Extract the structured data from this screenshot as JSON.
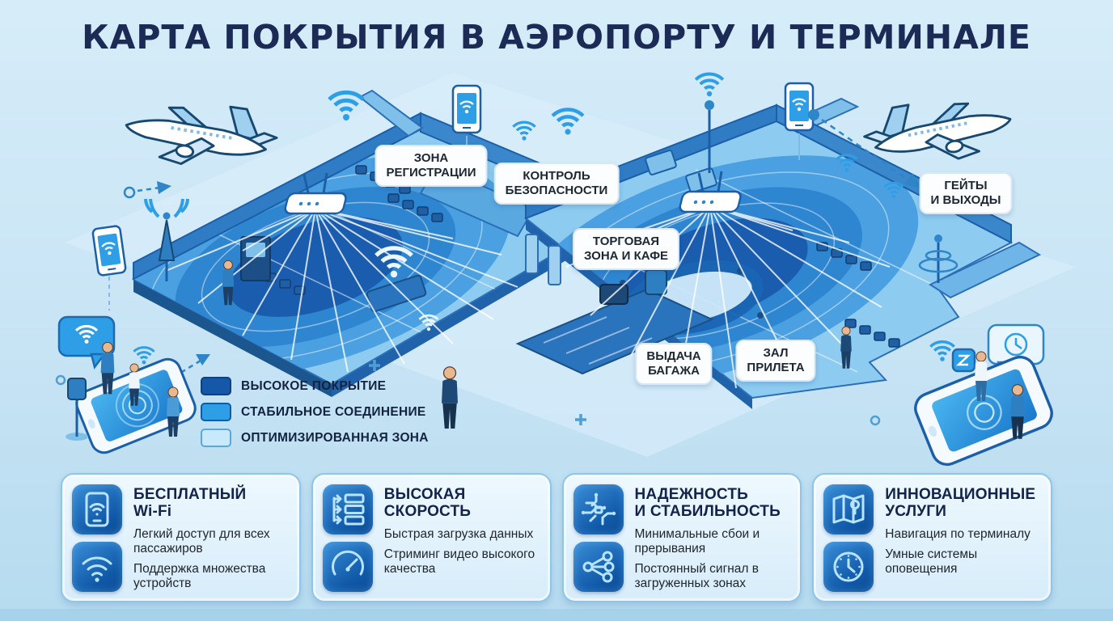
{
  "page": {
    "title": "КАРТА ПОКРЫТИЯ В АЭРОПОРТУ И ТЕРМИНАЛЕ"
  },
  "colors": {
    "title": "#1b2b56",
    "accent": "#2e86c9",
    "coverage_high": "#1558a8",
    "coverage_stable": "#2e9fe6",
    "coverage_optimized": "#c8e9f9"
  },
  "map": {
    "labels": [
      {
        "id": "registration",
        "text": "ЗОНА\nРЕГИСТРАЦИИ"
      },
      {
        "id": "security",
        "text": "КОНТРОЛЬ\nБЕЗОПАСНОСТИ"
      },
      {
        "id": "shopping",
        "text": "ТОРГОВАЯ\nЗОНА И КАФЕ"
      },
      {
        "id": "baggage",
        "text": "ВЫДАЧА\nБАГАЖА"
      },
      {
        "id": "arrivals",
        "text": "ЗАЛ\nПРИЛЕТА"
      },
      {
        "id": "gates",
        "text": "ГЕЙТЫ\nИ ВЫХОДЫ"
      }
    ],
    "legend": {
      "items": [
        {
          "label": "ВЫСОКОЕ ПОКРЫТИЕ",
          "color": "#1558a8"
        },
        {
          "label": "СТАБИЛЬНОЕ СОЕДИНЕНИЕ",
          "color": "#2e9fe6"
        },
        {
          "label": "ОПТИМИЗИРОВАННАЯ ЗОНА",
          "color": "#c8e9f9"
        }
      ]
    },
    "scene_icons": [
      "airplane-icon",
      "wifi-icon",
      "router-icon",
      "smartphone-icon",
      "antenna-icon",
      "speech-bubble-icon",
      "person-figure",
      "big-phone",
      "baggage-conveyor",
      "cafe-counter"
    ]
  },
  "cards": [
    {
      "title": "БЕСПЛАТНЫЙ\nWi-Fi",
      "icons": [
        "phone-wifi-icon",
        "wifi-signal-icon"
      ],
      "lines": [
        "Легкий доступ для всех пассажиров",
        "Поддержка множества устройств"
      ]
    },
    {
      "title": "ВЫСОКАЯ\nСКОРОСТЬ",
      "icons": [
        "data-transfer-icon",
        "speedometer-icon"
      ],
      "lines": [
        "Быстрая загрузка данных",
        "Стриминг видео высокого качества"
      ]
    },
    {
      "title": "НАДЕЖНОСТЬ\nИ СТАБИЛЬНОСТЬ",
      "icons": [
        "circuit-icon",
        "network-nodes-icon"
      ],
      "lines": [
        "Минимальные сбои и прерывания",
        "Постоянный сигнал в загруженных зонах"
      ]
    },
    {
      "title": "ИННОВАЦИОННЫЕ\nУСЛУГИ",
      "icons": [
        "map-navigation-icon",
        "clock-icon"
      ],
      "lines": [
        "Навигация по терминалу",
        "Умные системы оповещения"
      ]
    }
  ]
}
